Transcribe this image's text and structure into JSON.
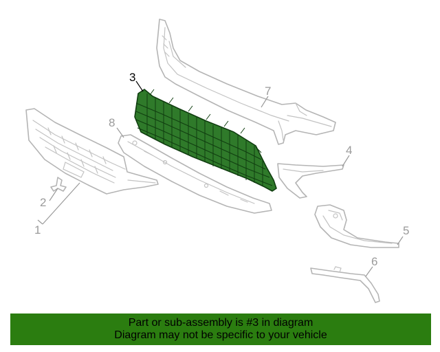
{
  "diagram": {
    "callouts": {
      "c1": "1",
      "c2": "2",
      "c3": "3",
      "c4": "4",
      "c5": "5",
      "c6": "6",
      "c7": "7",
      "c8": "8"
    },
    "highlight_color": "#2f7a2a"
  },
  "footer": {
    "line1": "Part or sub-assembly is #3 in diagram",
    "line2": "Diagram may not be specific to your vehicle",
    "background": "#2b7d10"
  }
}
